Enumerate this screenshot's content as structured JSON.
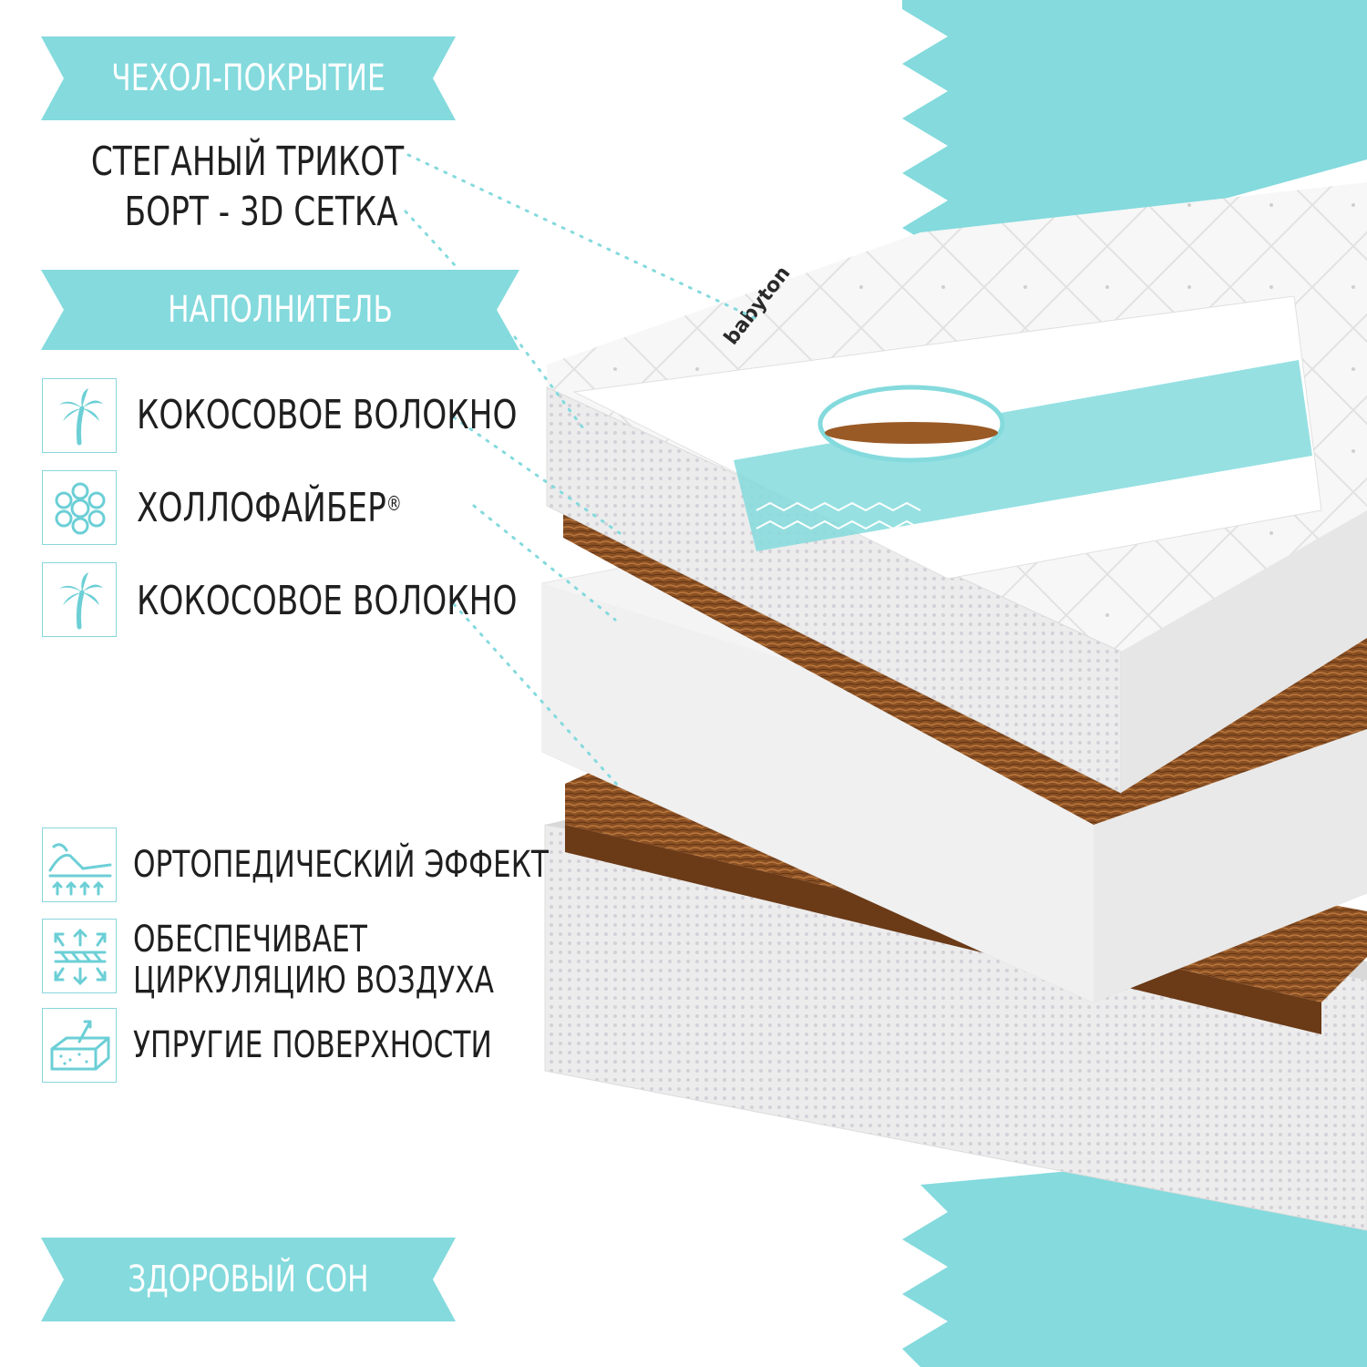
{
  "colors": {
    "accent": "#84dadd",
    "icon": "#6ccfd6",
    "text": "#1f1f1f",
    "coconut": "#8a4f22",
    "foam": "#f4f4f4"
  },
  "banners": {
    "cover": "ЧЕХОЛ-ПОКРЫТИЕ",
    "filler": "НАПОЛНИТЕЛЬ",
    "sleep": "ЗДОРОВЫЙ СОН"
  },
  "cover_lines": [
    "СТЕГАНЫЙ ТРИКОТ",
    "БОРТ - 3D СЕТКА"
  ],
  "layers": [
    {
      "label": "КОКОСОВОЕ ВОЛОКНО",
      "icon": "palm-tree-icon"
    },
    {
      "label": "ХОЛЛОФАЙБЕР",
      "suffix": "®",
      "icon": "fiber-balls-icon"
    },
    {
      "label": "КОКОСОВОЕ ВОЛОКНО",
      "icon": "palm-tree-icon"
    }
  ],
  "features": [
    {
      "lines": [
        "ОРТОПЕДИЧЕСКИЙ ЭФФЕКТ"
      ],
      "icon": "orthopedic-support-icon"
    },
    {
      "lines": [
        "ОБЕСПЕЧИВАЕТ",
        "ЦИРКУЛЯЦИЮ ВОЗДУХА"
      ],
      "icon": "air-circulation-icon"
    },
    {
      "lines": [
        "УПРУГИЕ ПОВЕРХНОСТИ"
      ],
      "icon": "elastic-surface-icon"
    }
  ],
  "product_label": {
    "brand": "babyton"
  }
}
